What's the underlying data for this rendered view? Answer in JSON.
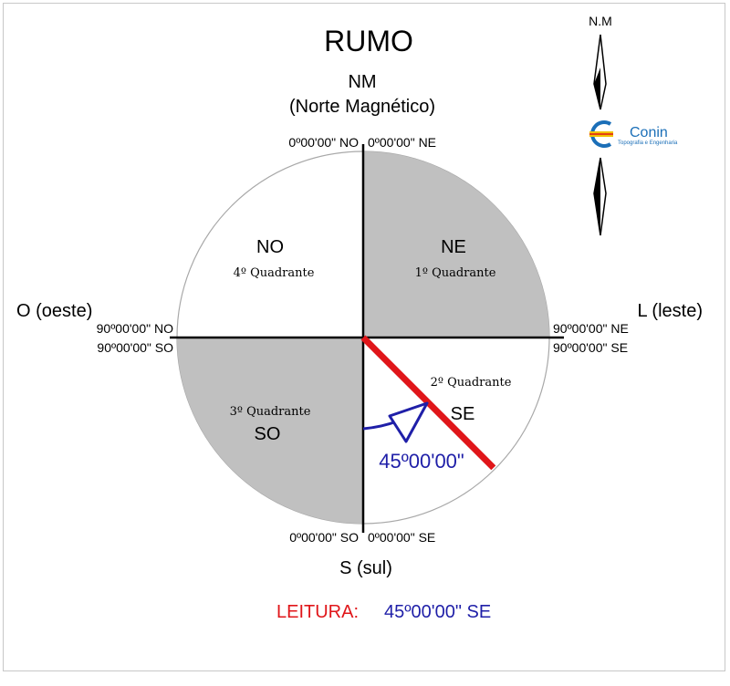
{
  "title": "RUMO",
  "north": {
    "abbr": "NM",
    "full": "(Norte Magnético)"
  },
  "west": "O (oeste)",
  "east": "L (leste)",
  "south": "S (sul)",
  "angles": {
    "top_left": "0º00'00\" NO",
    "top_right": "0º00'00\" NE",
    "left_top": "90º00'00\" NO",
    "left_bottom": "90º00'00\" SO",
    "right_top": "90º00'00\" NE",
    "right_bottom": "90º00'00\" SE",
    "bottom_left": "0º00'00\" SO",
    "bottom_right": "0º00'00\" SE"
  },
  "quadrants": {
    "no": {
      "code": "NO",
      "name": "4º Quadrante"
    },
    "ne": {
      "code": "NE",
      "name": "1º Quadrante"
    },
    "so": {
      "code": "SO",
      "name": "3º Quadrante"
    },
    "se": {
      "code": "SE",
      "name": "2º Quadrante"
    }
  },
  "bearing": {
    "value": "45º00'00\"",
    "degrees": 45
  },
  "reading": {
    "label": "LEITURA:",
    "value": "45º00'00\" SE"
  },
  "logo": {
    "north_label": "N.M",
    "brand": "Conin",
    "tagline": "Topografia e Engenharia"
  },
  "colors": {
    "shaded": "#c0c0c0",
    "red": "#e0161a",
    "blue": "#1f1fa8",
    "logo_blue": "#1b6fb8",
    "logo_yellow": "#f2c200"
  }
}
